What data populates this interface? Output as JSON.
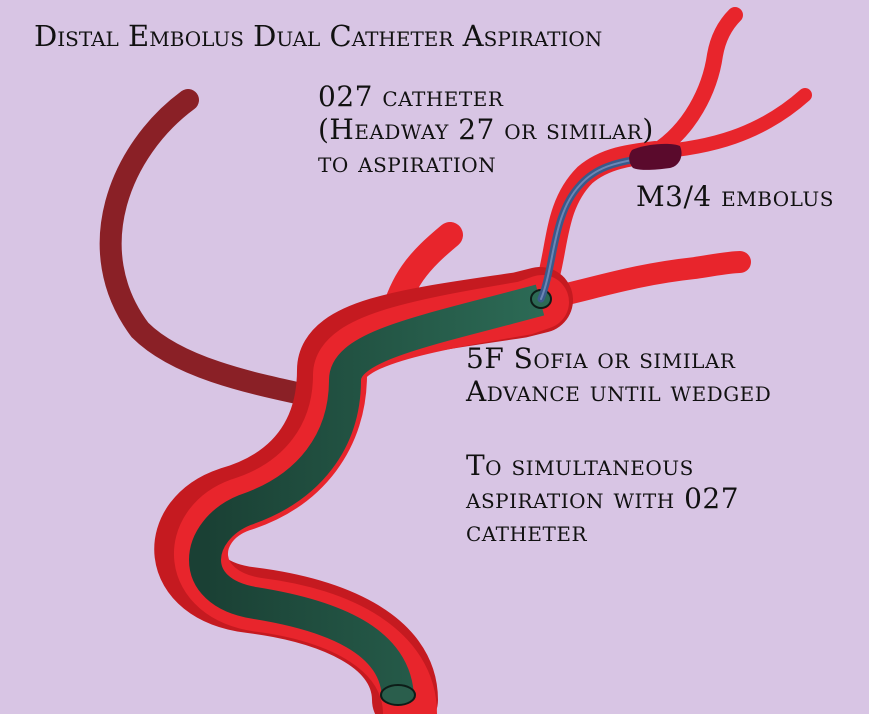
{
  "title": "Distal Embolus Dual Catheter Aspiration",
  "labels": {
    "catheter_027": [
      "027 catheter",
      "(Headway 27 or similar)",
      "to aspiration"
    ],
    "embolus": "M3/4 embolus",
    "sofia": [
      "5F Sofia or similar",
      "Advance until wedged"
    ],
    "simultaneous": [
      "To simultaneous",
      "aspiration with 027",
      "catheter"
    ]
  },
  "colors": {
    "background": "#d8c5e4",
    "artery": "#e8252c",
    "artery_dark": "#8a2026",
    "artery_shadow": "#c51a20",
    "sofia_catheter": "#1d4a3c",
    "catheter_027": "#3a5a8a",
    "embolus": "#5a0a2c"
  }
}
